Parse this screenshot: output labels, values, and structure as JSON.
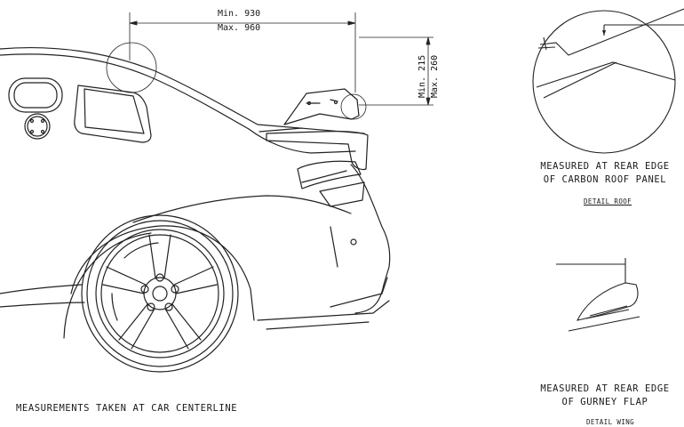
{
  "dimensions": {
    "horizontal_min": "Min. 930",
    "horizontal_max": "Max. 960",
    "vertical_min": "Min. 215",
    "vertical_max": "Max. 260"
  },
  "detail_roof": {
    "caption_line1": "MEASURED AT REAR EDGE",
    "caption_line2": "OF CARBON ROOF PANEL",
    "label": "DETAIL ROOF"
  },
  "detail_wing": {
    "caption_line1": "MEASURED AT REAR EDGE",
    "caption_line2": "OF GURNEY FLAP",
    "label": "DETAIL WING"
  },
  "footer_note": "MEASUREMENTS TAKEN AT CAR CENTERLINE"
}
